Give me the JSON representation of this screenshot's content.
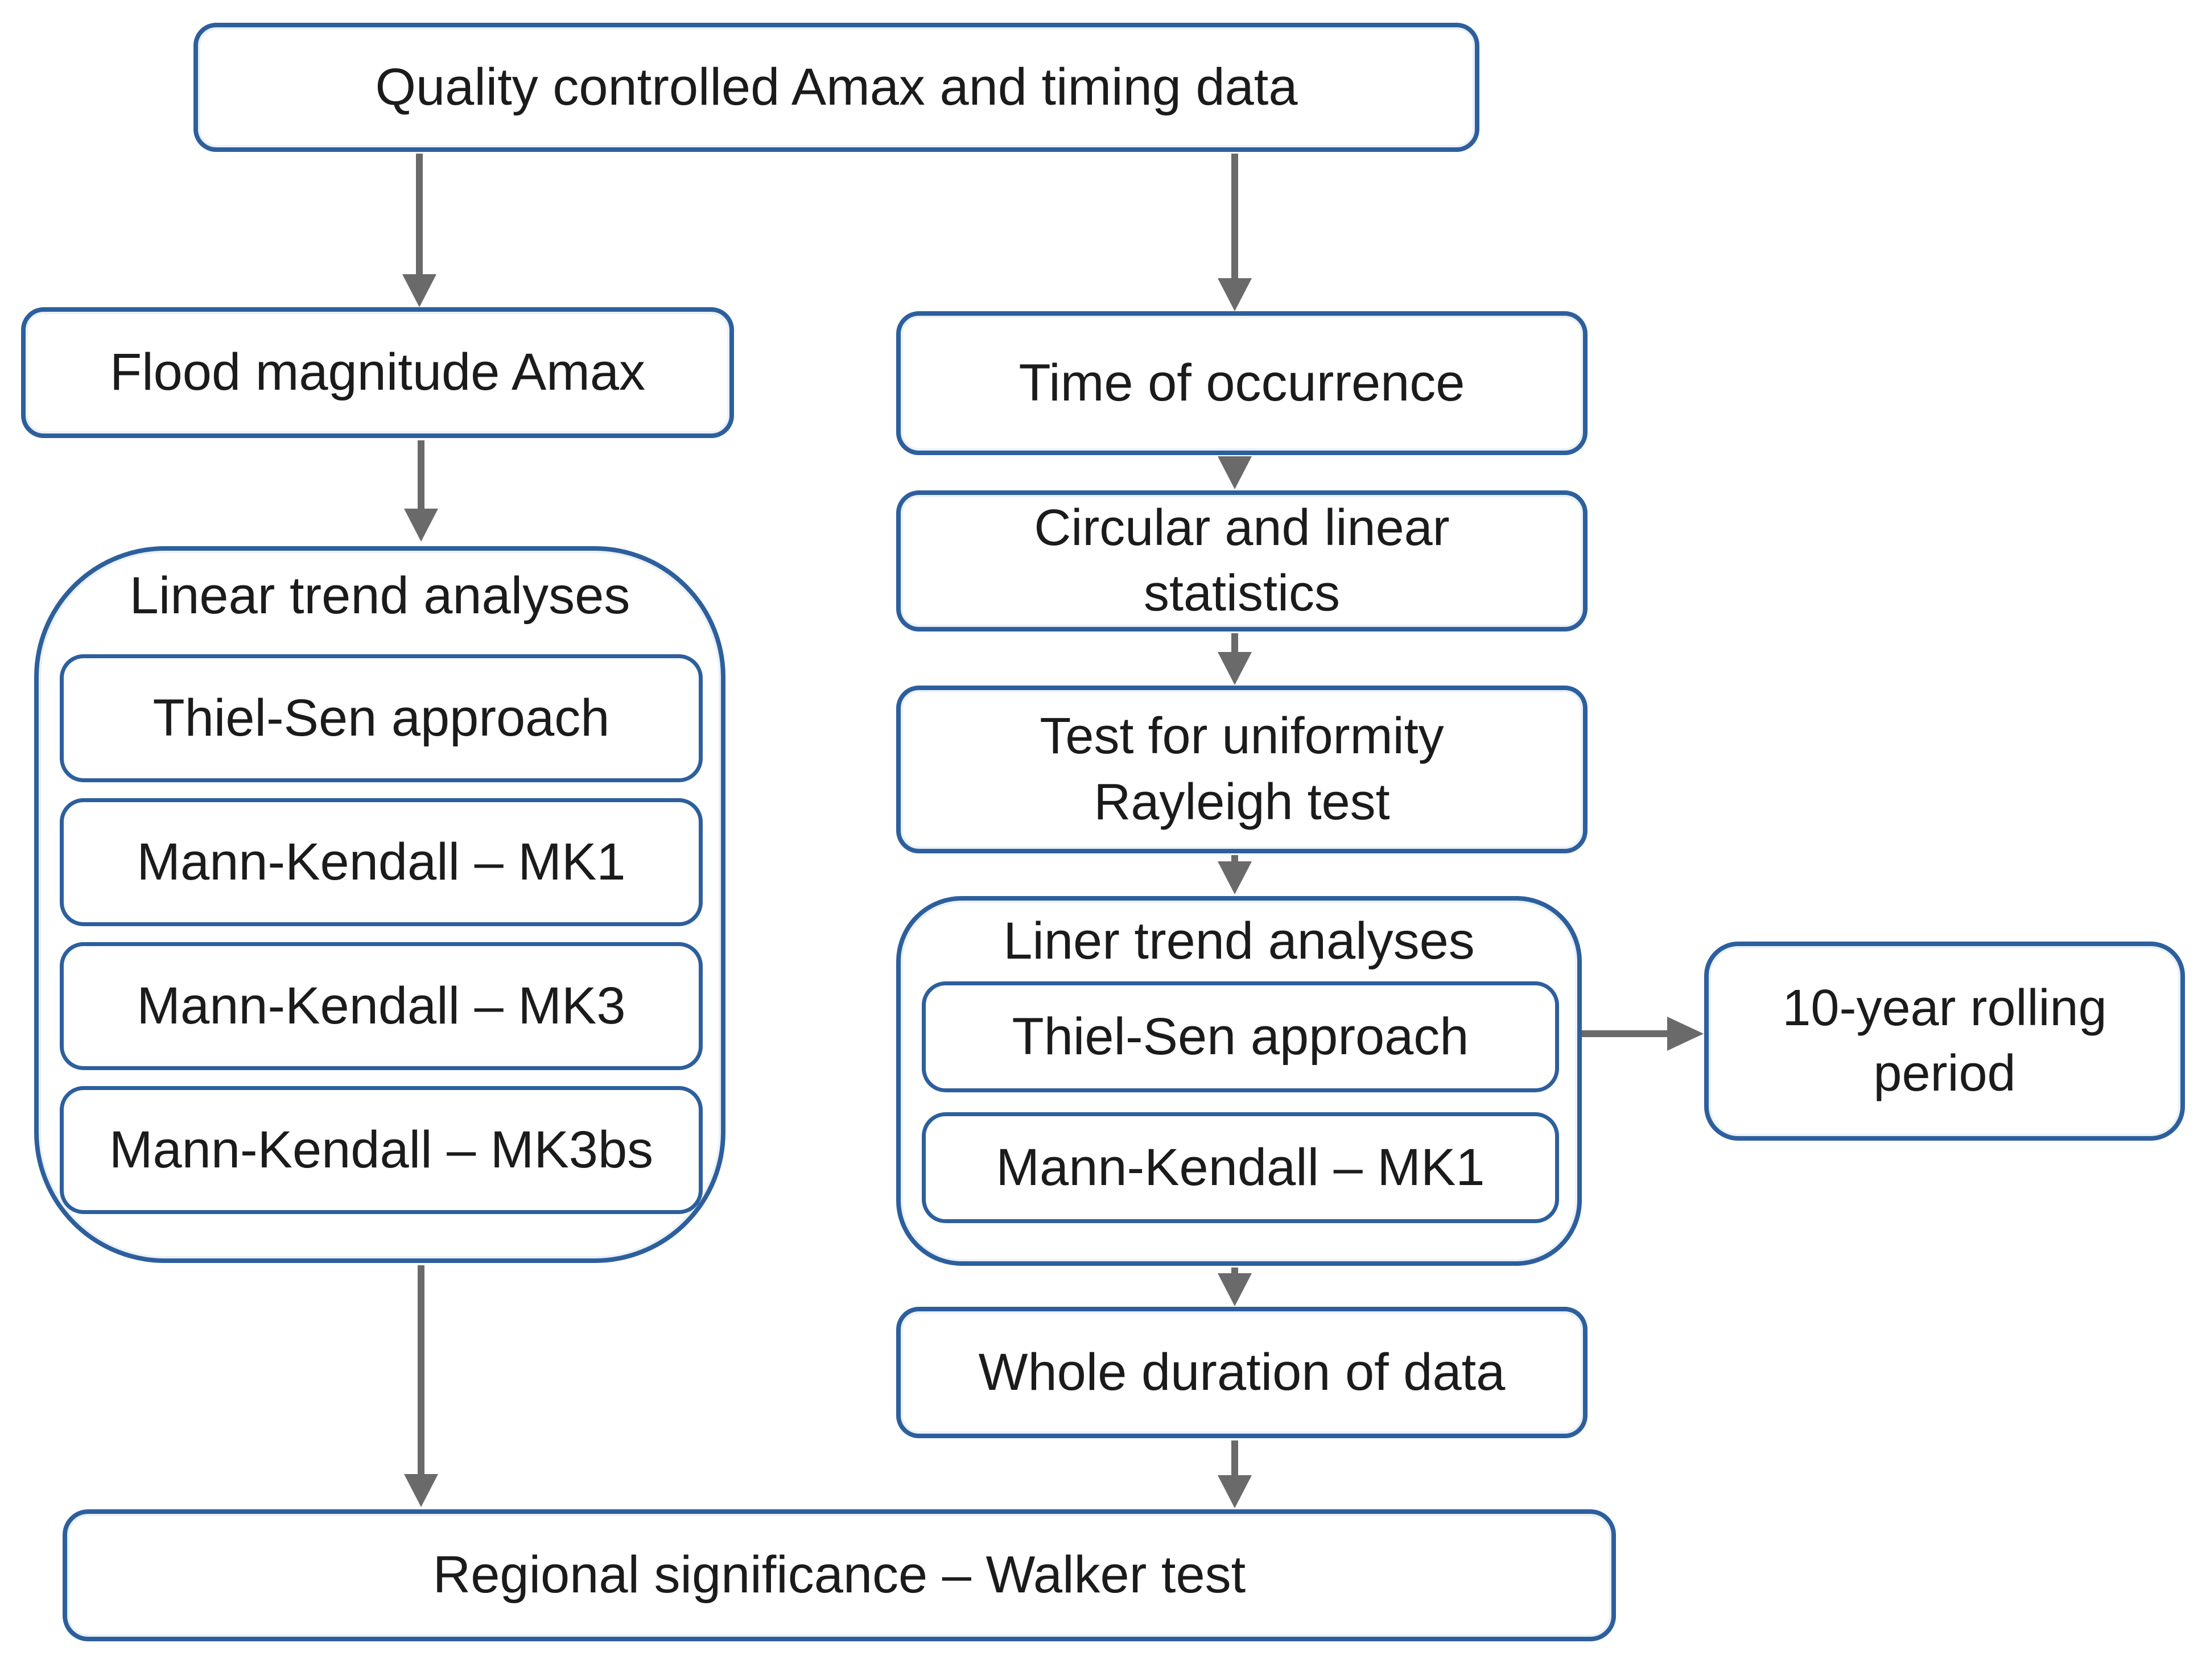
{
  "colors": {
    "border": "#2d5f9d",
    "arrow": "#6a6a6a",
    "text": "#1b1b1b"
  },
  "nodes": {
    "root": {
      "label": "Quality controlled Amax and timing data"
    },
    "flood": {
      "label": "Flood magnitude Amax"
    },
    "time": {
      "label": "Time of occurrence"
    },
    "circular": {
      "line1": "Circular and linear",
      "line2": "statistics"
    },
    "uniformity": {
      "line1": "Test for uniformity",
      "line2": "Rayleigh test"
    },
    "rolling": {
      "line1": "10-year rolling",
      "line2": "period"
    },
    "whole": {
      "label": "Whole duration of data"
    },
    "regional": {
      "label": "Regional significance – Walker test"
    }
  },
  "containers": {
    "left": {
      "label": "Linear trend analyses",
      "items": [
        {
          "label": "Thiel-Sen approach"
        },
        {
          "label": "Mann-Kendall – MK1"
        },
        {
          "label": "Mann-Kendall – MK3"
        },
        {
          "label": "Mann-Kendall – MK3bs"
        }
      ]
    },
    "right": {
      "label": "Liner trend analyses",
      "items": [
        {
          "label": "Thiel-Sen approach"
        },
        {
          "label": "Mann-Kendall – MK1"
        }
      ]
    }
  }
}
